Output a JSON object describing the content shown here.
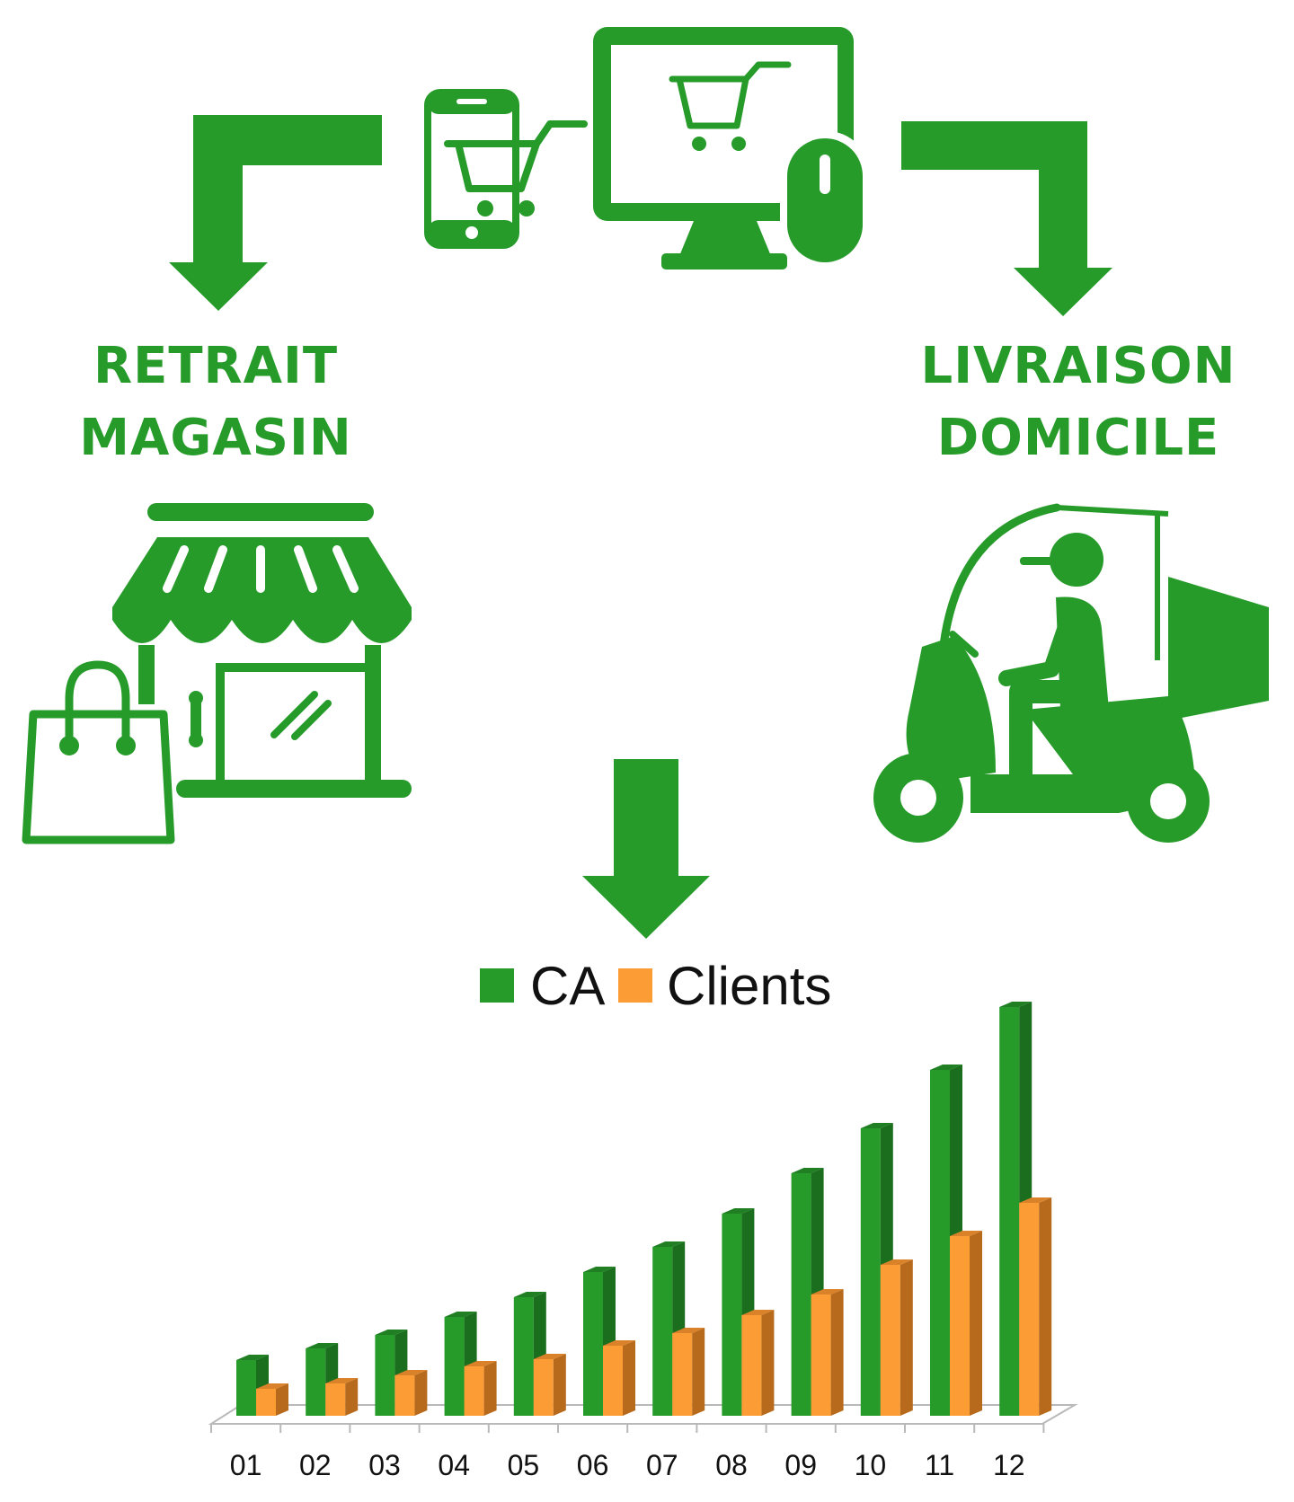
{
  "labels": {
    "pickup": [
      "RETRAIT",
      "MAGASIN"
    ],
    "delivery": [
      "LIVRAISON",
      "DOMICILE"
    ]
  },
  "colors": {
    "green": "#269B2A",
    "green_dark": "#1B6E1E",
    "orange": "#FB9C35",
    "orange_dark": "#B76A1C"
  },
  "icons": [
    "smartphone-cart-icon",
    "desktop-cart-icon",
    "mouse-icon",
    "store-icon",
    "shopping-bag-icon",
    "delivery-scooter-icon",
    "arrow-icons"
  ],
  "chart_data": {
    "type": "bar",
    "categories": [
      "01",
      "02",
      "03",
      "04",
      "05",
      "06",
      "07",
      "08",
      "09",
      "10",
      "11",
      "12"
    ],
    "series": [
      {
        "name": "CA",
        "values": [
          62,
          75,
          90,
          110,
          132,
          160,
          188,
          225,
          270,
          320,
          385,
          455
        ]
      },
      {
        "name": "Clients",
        "values": [
          30,
          36,
          45,
          55,
          63,
          78,
          92,
          112,
          135,
          168,
          200,
          237
        ]
      }
    ],
    "legend": "top-center",
    "three_d": true,
    "grid": false
  }
}
